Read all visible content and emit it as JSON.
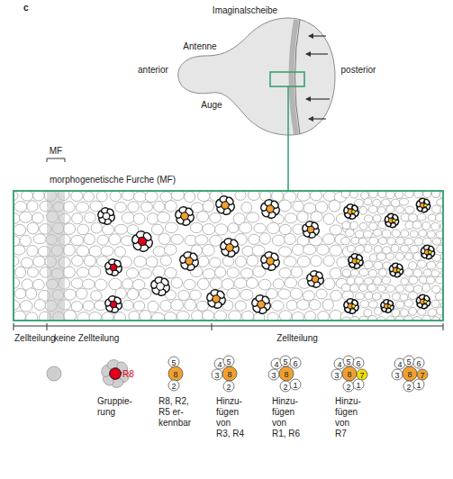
{
  "diagram": {
    "labels": [
      "c",
      "Imaginalscheibe",
      "Antenne",
      "anterior",
      "posterior",
      "Auge",
      "MF",
      "morphogenetische Furche (MF)",
      "Zellteilung",
      "keine Zellteilung",
      "Zellteilung",
      "R8",
      "5",
      "8",
      "2",
      "4",
      "5",
      "3",
      "8",
      "2",
      "4",
      "5",
      "6",
      "3",
      "8",
      "2",
      "1",
      "4",
      "5",
      "6",
      "3",
      "8",
      "7",
      "2",
      "1",
      "4",
      "5",
      "6",
      "3",
      "8",
      "7",
      "2",
      "1",
      "Gruppie- rung",
      "R8, R2, R5 er- kennbar",
      "Hinzu- fügen von R3, R4",
      "Hinzu- fügen von R1, R6",
      "Hinzu- fügen von R7"
    ]
  }
}
